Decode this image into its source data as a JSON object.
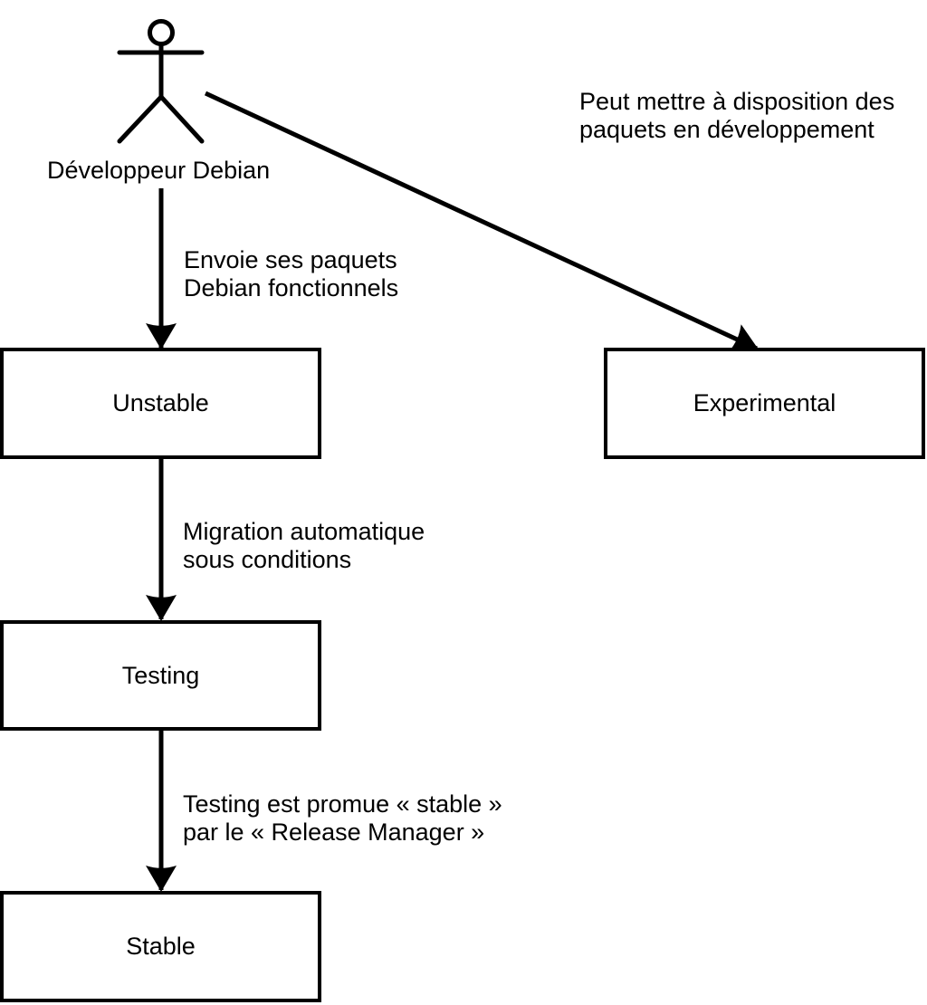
{
  "colors": {
    "ink": "#000000",
    "background": "#ffffff",
    "node_fill": "#ffffff"
  },
  "actor": {
    "icon": "stick-figure",
    "label": "Développeur Debian"
  },
  "nodes": {
    "unstable": {
      "label": "Unstable"
    },
    "experimental": {
      "label": "Experimental"
    },
    "testing": {
      "label": "Testing"
    },
    "stable": {
      "label": "Stable"
    }
  },
  "edges": {
    "developer_to_unstable": {
      "label_line1": "Envoie ses paquets",
      "label_line2": "Debian fonctionnels"
    },
    "developer_to_experimental": {
      "label_line1": "Peut mettre à disposition des",
      "label_line2": "paquets en développement"
    },
    "unstable_to_testing": {
      "label_line1": "Migration automatique",
      "label_line2": "sous conditions"
    },
    "testing_to_stable": {
      "label_line1": "Testing est promue « stable »",
      "label_line2": "par le « Release Manager »"
    }
  }
}
